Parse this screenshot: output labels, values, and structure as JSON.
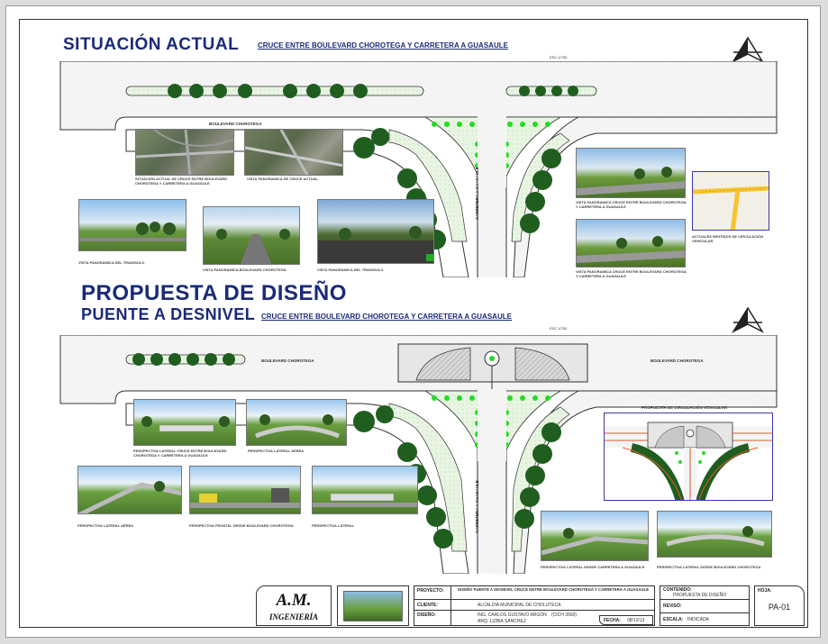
{
  "colors": {
    "title_blue": "#1a2a7a",
    "grass_green": "#4ab83a",
    "bright_green": "#22dd22",
    "tree_dark": "#1f5e1f",
    "road_gray": "#f4f4f4",
    "inset_border": "#3a3aa8",
    "ramp_red": "#e05a2a"
  },
  "current": {
    "title": "SITUACIÓN ACTUAL",
    "subtitle": "CRUCE ENTRE BOULEVARD CHOROTEGA Y CARRETERA A GUASAULE",
    "scale": "ESC 1/750",
    "road_boulevard": "BOULEVARD CHOROTEGA",
    "road_carretera": "CARRETERA A GUASAULE",
    "captions": {
      "aerial1": "SITUACIÓN ACTUAL DE CRUCE ENTRE BOULEVARD CHOROTEGA Y CARRETERA A GUASAULE",
      "aerial2": "VISTA PANORAMICA DE CRUCE ACTUAL",
      "pano1": "VISTA PANORAMICA DEL TRIANGULO",
      "pano2": "VISTA PANORAMICA BOULEVARD CHOROTEGA",
      "pano3": "VISTA PANORAMICA DEL TRIANGULO",
      "right1": "VISTA PANORAMICA CRUCE ENTRE BOULEVARD CHOROTEGA Y CARRETERA A GUASAULE",
      "right2": "VISTA PANORAMICA CRUCE ENTRE BOULEVARD CHOROTEGA Y CARRETERA A GUASAULE",
      "map": "ACTUALES SENTIDOS DE CIRCULACIÓN VEHICULAR"
    }
  },
  "proposal": {
    "title": "PROPUESTA DE DISEÑO",
    "title2": "PUENTE A DESNIVEL",
    "subtitle": "CRUCE ENTRE BOULEVARD CHOROTEGA Y CARRETERA A GUASAULE",
    "scale": "ESC 1/750",
    "road_boulevard_left": "BOULEVARD CHOROTEGA",
    "road_boulevard_right": "BOULEVARD CHOROTEGA",
    "road_carretera": "CARRETERA A GUASAULE",
    "inset_title": "PROPUESTA DE CIRCULACIÓN VEHICULAR",
    "captions": {
      "p1": "PERSPECTIVA LATERAL CRUCE ENTRE BOULEVARD CHOROTEGA Y CARRETERA A GUASAULE",
      "p2": "PERSPECTIVA LATERAL AÉREA",
      "p3": "PERSPECTIVA LATERAL AÉREA",
      "p4": "PERSPECTIVA FRONTAL DESDE BOULEVARD CHOROTEGA",
      "p5": "PERSPECTIVA LATERAL",
      "p6": "PERSPECTIVA LATERAL DESDE CARRETERA A GUASAULE",
      "p7": "PERSPECTIVA LATERAL DESDE BOULEVARD CHOROTEGA"
    }
  },
  "titleblock": {
    "logo_main": "A.M.",
    "logo_sub": "INGENIERÍA",
    "proyecto_label": "PROYECTO:",
    "proyecto_value": "DISEÑO PUENTE A DESNIVEL CRUCE ENTRE BOULEVARD CHOROTEGA Y CARRETERA A GUASAULE",
    "cliente_label": "CLIENTE:",
    "cliente_value": "ALCALDÍA MUNICIPAL DE CHOLUTECA",
    "diseno_label": "DISEÑO:",
    "diseno_value1": "ING. CARLOS GUSTAVO ARGÓN",
    "diseno_code": "(CICH 3560)",
    "diseno_value2": "ARQ. LIZBIA SÁNCHEZ",
    "fecha_label": "FECHA:",
    "fecha_value": "08/12/13",
    "contenido_label": "CONTENIDO:",
    "contenido_value": "PROPUESTA DE DISEÑO",
    "reviso_label": "REVISÓ:",
    "escala_label": "ESCALA:",
    "escala_value": "INDICADA",
    "hoja_label": "HOJA:",
    "hoja_value": "PA-01"
  }
}
